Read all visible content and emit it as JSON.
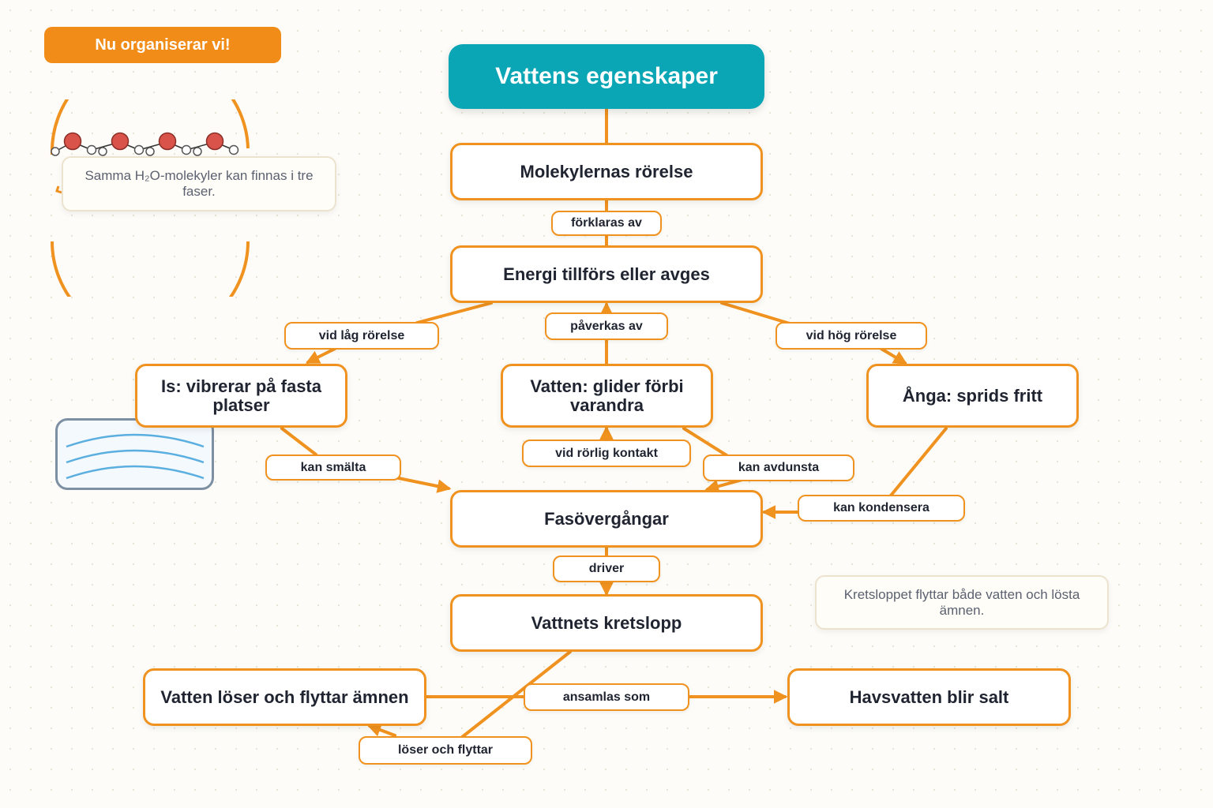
{
  "badge": {
    "text": "Nu organiserar vi!"
  },
  "title": {
    "text": "Vattens egenskaper"
  },
  "nodes": {
    "molecules": "Molekylernas rörelse",
    "energy": "Energi tillförs eller avges",
    "ice": "Is: vibrerar på fasta platser",
    "water": "Vatten: glider förbi varandra",
    "steam": "Ånga: sprids fritt",
    "phase": "Fasövergångar",
    "cycle": "Vattnets kretslopp",
    "dissolve": "Vatten löser och flyttar ämnen",
    "salt": "Havsvatten blir salt"
  },
  "edge_labels": {
    "explained_by": "förklaras av",
    "low_motion": "vid låg rörelse",
    "affected_by": "påverkas av",
    "high_motion": "vid hög rörelse",
    "mobile_contact": "vid rörlig kontakt",
    "can_melt": "kan smälta",
    "can_evaporate": "kan avdunsta",
    "can_condense": "kan kondensera",
    "drives": "driver",
    "accumulates_as": "ansamlas som",
    "dissolves_moves": "löser och flyttar"
  },
  "notes": {
    "molecules_note": "Samma H₂O-molekyler kan finnas i tre faser.",
    "cycle_note": "Kretsloppet flyttar både vatten och lösta ämnen."
  },
  "colors": {
    "accent": "#f0921f",
    "badge": "#f28c18",
    "title_bg": "#0aa6b5",
    "oxygen": "#d9534a",
    "hydrogen": "#ffffff",
    "wave": "#5aaee0"
  },
  "icons": {
    "molecule_illustration": "water-molecule-chain-icon",
    "wave_illustration": "water-waves-icon"
  }
}
